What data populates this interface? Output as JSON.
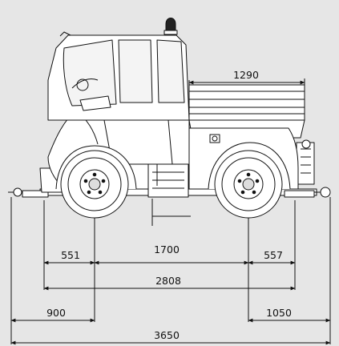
{
  "drawing": {
    "colors": {
      "background": "#e6e6e6",
      "ink": "#111111",
      "vehicle_fill": "#ffffff"
    },
    "icons": [
      "vehicle-side-view",
      "beacon-light-icon"
    ],
    "dimensions": {
      "bed_length": "1290",
      "front_overhang": "551",
      "wheelbase": "1700",
      "rear_overhang": "557",
      "axle_span_total": "2808",
      "front_hitch": "900",
      "rear_hitch": "1050",
      "overall_length": "3650"
    }
  }
}
